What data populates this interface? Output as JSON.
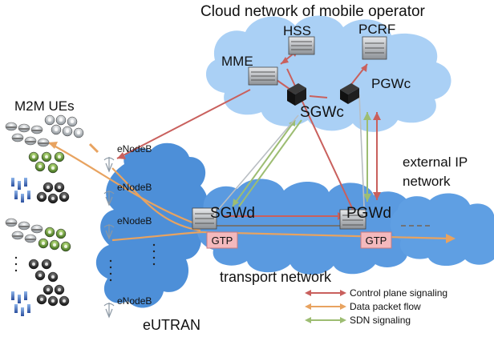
{
  "labels": {
    "cloud_title": "Cloud network of mobile operator",
    "hss": "HSS",
    "pcrf": "PCRF",
    "mme": "MME",
    "pgwc": "PGWc",
    "sgwc": "SGWc",
    "m2m_ues": "M2M UEs",
    "external_ip_line1": "external IP",
    "external_ip_line2": "network",
    "sgwd": "SGWd",
    "pgwd": "PGWd",
    "gtp": "GTP",
    "transport_network": "transport network",
    "eutran": "eUTRAN",
    "enodeb": "eNodeB"
  },
  "legend": {
    "items": [
      {
        "label": "Control plane signaling",
        "color": "#c9605d"
      },
      {
        "label": "Data packet flow",
        "color": "#e8a360"
      },
      {
        "label": "SDN signaling",
        "color": "#9dbd72"
      }
    ]
  },
  "colors": {
    "cloud_fill": "#aad0f5",
    "eutran_fill": "#4d8fd8",
    "transport_fill": "#5a9ae0",
    "external_fill": "#5f9fe3",
    "gtp_fill": "#f4b9bd",
    "control": "#c9605d",
    "data": "#e8a360",
    "sdn": "#9dbd72"
  },
  "icons": {
    "server": "server-icon",
    "switch": "sdn-switch-icon",
    "antenna": "antenna-icon",
    "ue": "m2m-device-icon"
  }
}
